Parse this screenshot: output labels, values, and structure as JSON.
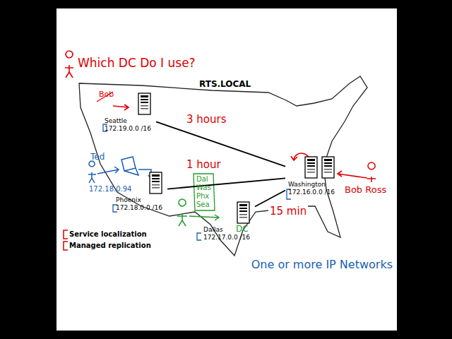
{
  "diagram": {
    "title": "RTS.LOCAL",
    "nodes": [
      {
        "text": [
          "Seattle",
          "172.19.0.0 /16"
        ]
      },
      {
        "text": [
          "Phoenix",
          "172.18.0.0 /16"
        ]
      },
      {
        "text": [
          "Dallas",
          "172.17.0.0 /16"
        ]
      },
      {
        "text": [
          "Washington",
          "172.16.0.0 /16"
        ]
      }
    ],
    "edges": [
      {
        "from": 0,
        "to": 3,
        "arrow": "none",
        "label": "3 hours"
      },
      {
        "from": 1,
        "to": 3,
        "arrow": "none",
        "label": "1 hour"
      },
      {
        "from": 2,
        "to": 3,
        "arrow": "none",
        "label": "15 min"
      }
    ],
    "labels": [
      "Which DC Do I use?",
      "Bob",
      "Ted",
      "172.18.0.94",
      "Dal",
      "Was",
      "Phx",
      "Sea",
      "DC",
      "Bob Ross",
      "Service localization",
      "Managed replication",
      "One or more IP Networks"
    ]
  }
}
